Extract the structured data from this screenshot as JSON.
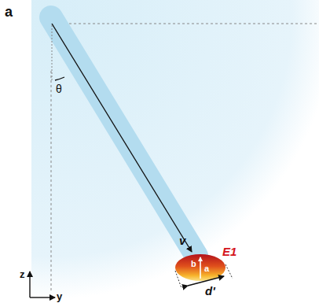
{
  "diagram": {
    "labels": [
      "a",
      "θ",
      "v",
      "E1",
      "b",
      "a",
      "d'",
      "z",
      "y"
    ]
  }
}
